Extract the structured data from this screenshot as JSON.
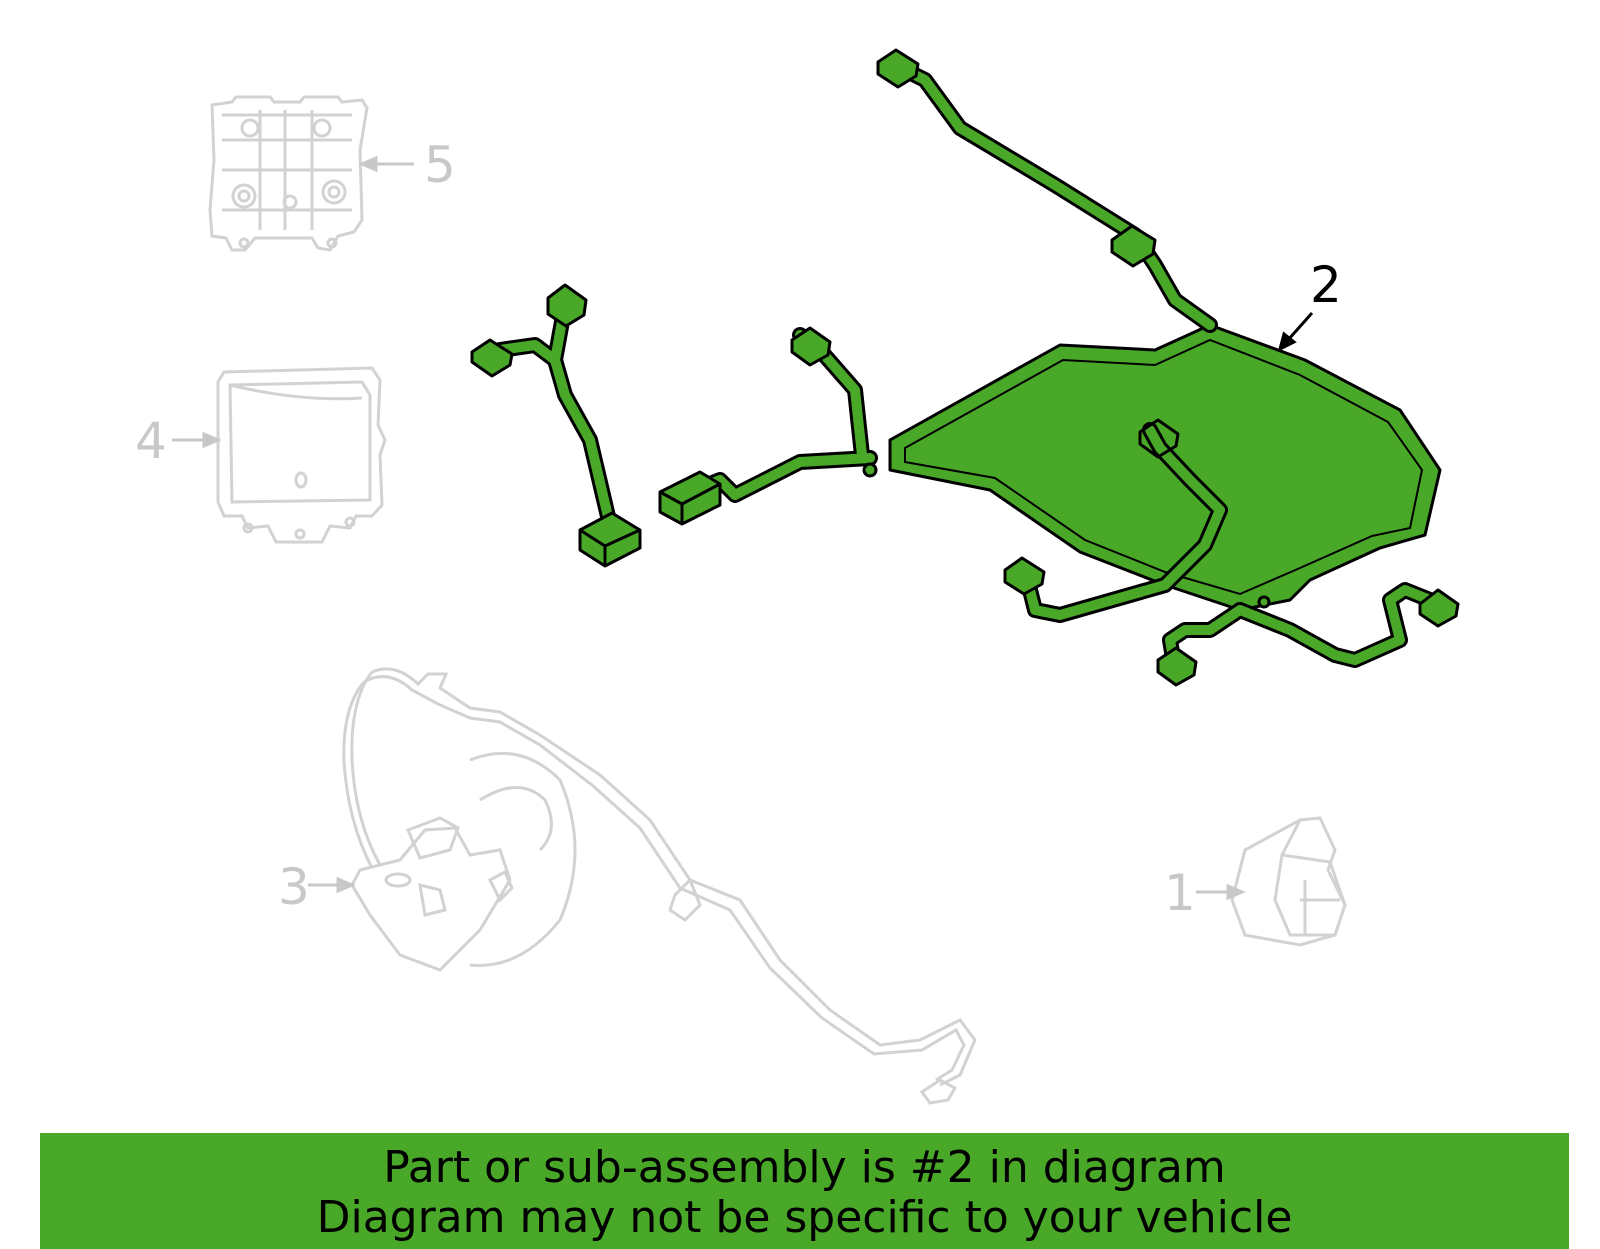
{
  "callouts": [
    {
      "id": "1",
      "label": "1",
      "highlighted": false
    },
    {
      "id": "2",
      "label": "2",
      "highlighted": true
    },
    {
      "id": "3",
      "label": "3",
      "highlighted": false
    },
    {
      "id": "4",
      "label": "4",
      "highlighted": false
    },
    {
      "id": "5",
      "label": "5",
      "highlighted": false
    }
  ],
  "banner": {
    "line1": "Part or sub-assembly is #2 in diagram",
    "line2": "Diagram may not be specific to your vehicle"
  },
  "colors": {
    "highlight_fill": "#4aa829",
    "outline": "#000000",
    "ghost": "#c8c8c8",
    "background": "#ffffff"
  }
}
